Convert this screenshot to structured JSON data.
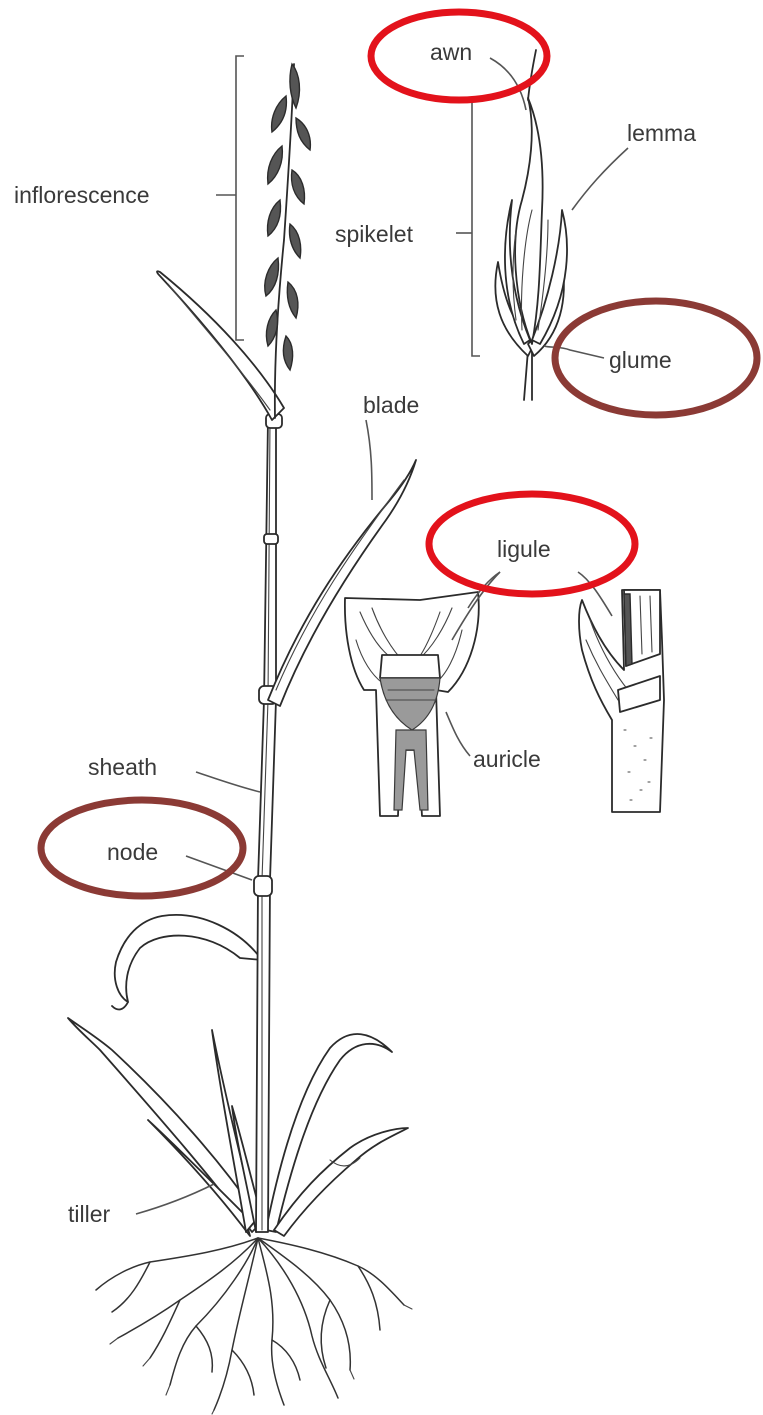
{
  "labels": {
    "awn": "awn",
    "lemma": "lemma",
    "inflorescence": "inflorescence",
    "spikelet": "spikelet",
    "glume": "glume",
    "blade": "blade",
    "ligule": "ligule",
    "auricle": "auricle",
    "sheath": "sheath",
    "node": "node",
    "tiller": "tiller"
  },
  "highlights": [
    {
      "target": "awn",
      "color": "#e3121b"
    },
    {
      "target": "glume",
      "color": "#8b3a35"
    },
    {
      "target": "ligule",
      "color": "#e3121b"
    },
    {
      "target": "node",
      "color": "#8b3a35"
    }
  ]
}
